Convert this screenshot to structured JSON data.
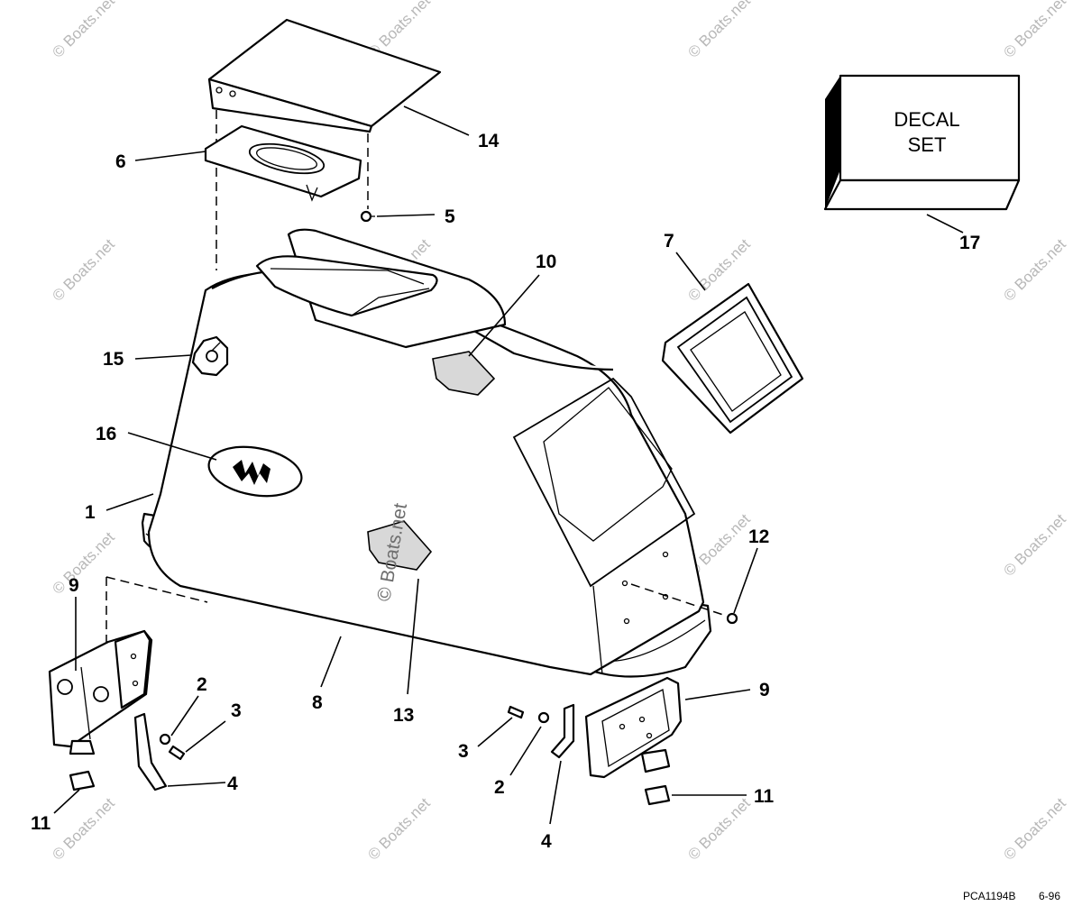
{
  "decal_box": {
    "line1": "DECAL",
    "line2": "SET"
  },
  "watermark": {
    "text": "© Boats.net"
  },
  "footer": {
    "part_code": "PCA1194B",
    "date": "6-96"
  },
  "callouts": {
    "c1": "1",
    "c2a": "2",
    "c2b": "2",
    "c3a": "3",
    "c3b": "3",
    "c4a": "4",
    "c4b": "4",
    "c5": "5",
    "c6": "6",
    "c7": "7",
    "c8": "8",
    "c9a": "9",
    "c9b": "9",
    "c10": "10",
    "c11a": "11",
    "c11b": "11",
    "c12": "12",
    "c13": "13",
    "c14": "14",
    "c15": "15",
    "c16": "16",
    "c17": "17"
  }
}
